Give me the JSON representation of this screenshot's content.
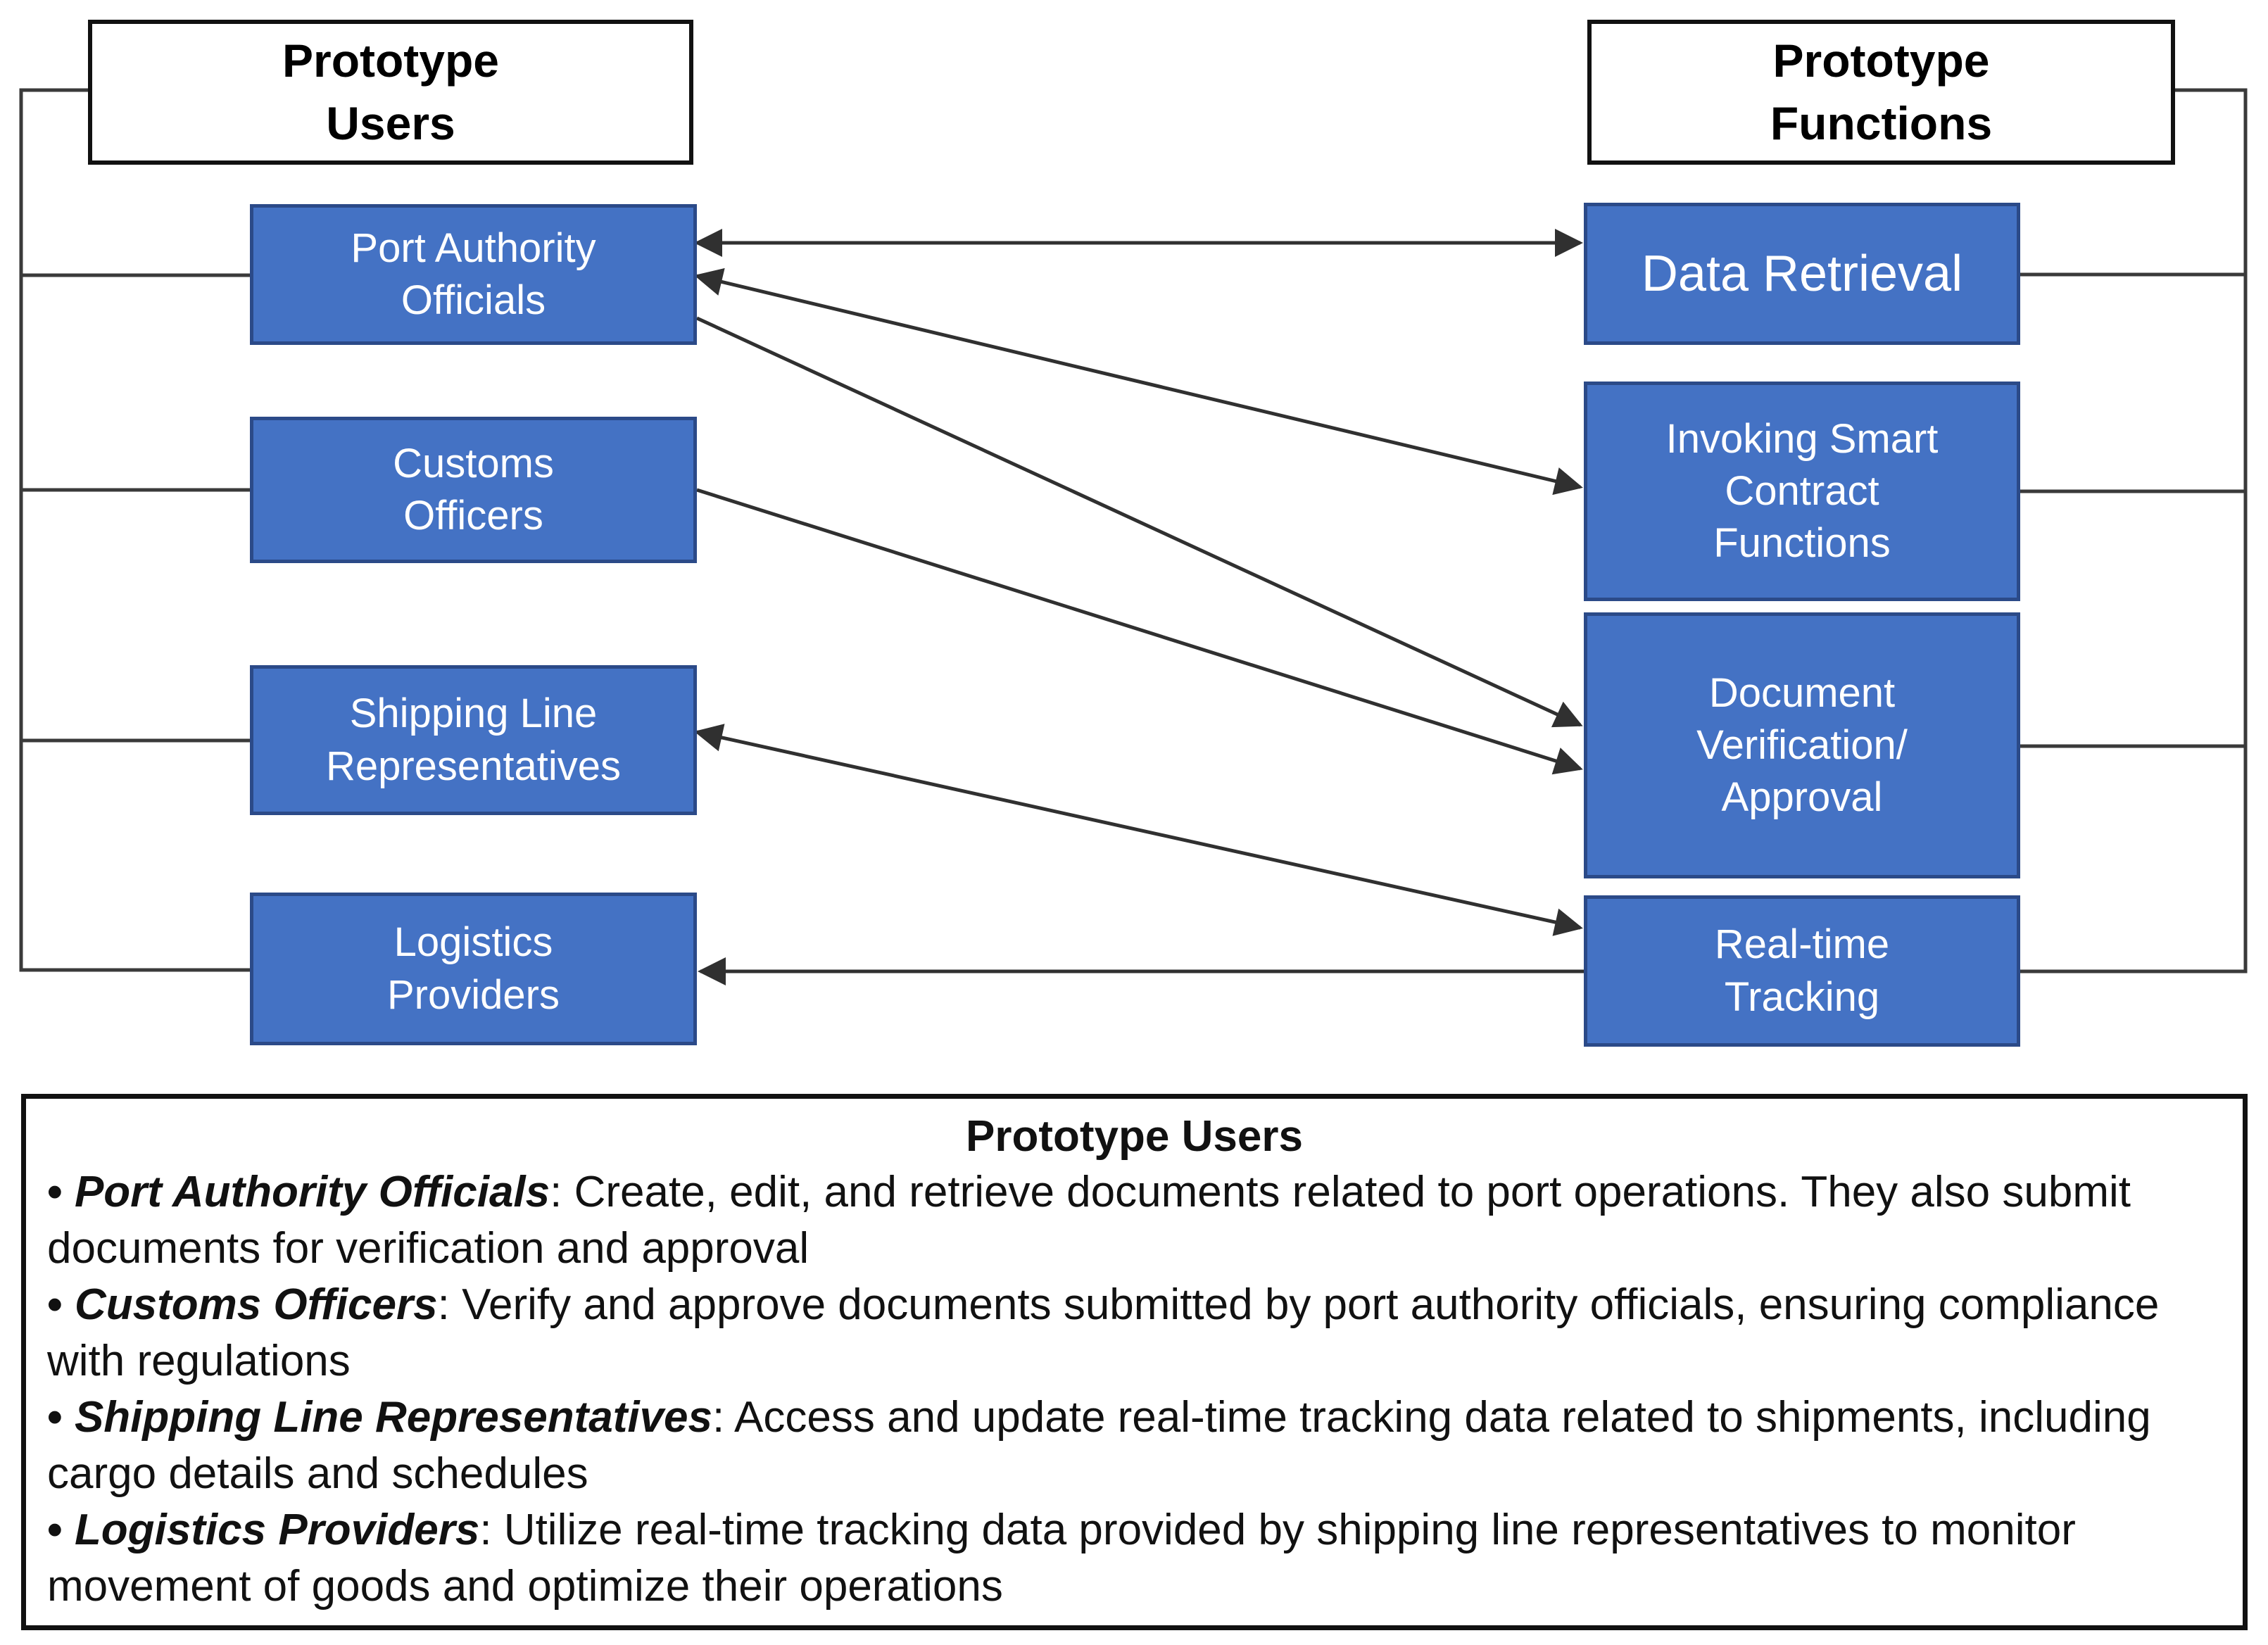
{
  "headers": {
    "users": "Prototype\nUsers",
    "functions": "Prototype\nFunctions"
  },
  "users": [
    {
      "label": "Port Authority\nOfficials"
    },
    {
      "label": "Customs\nOfficers"
    },
    {
      "label": "Shipping Line\nRepresentatives"
    },
    {
      "label": "Logistics\nProviders"
    }
  ],
  "functions": [
    {
      "label": "Data Retrieval"
    },
    {
      "label": "Invoking Smart\nContract\nFunctions"
    },
    {
      "label": "Document\nVerification/\nApproval"
    },
    {
      "label": "Real-time\nTracking"
    }
  ],
  "edges": [
    {
      "from": "Port Authority Officials",
      "to": "Data Retrieval",
      "direction": "both"
    },
    {
      "from": "Port Authority Officials",
      "to": "Invoking Smart Contract Functions",
      "direction": "both"
    },
    {
      "from": "Port Authority Officials",
      "to": "Document Verification/Approval",
      "direction": "to"
    },
    {
      "from": "Customs Officers",
      "to": "Document Verification/Approval",
      "direction": "to"
    },
    {
      "from": "Shipping Line Representatives",
      "to": "Real-time Tracking",
      "direction": "both"
    },
    {
      "from": "Real-time Tracking",
      "to": "Logistics Providers",
      "direction": "to"
    }
  ],
  "legend": {
    "title": "Prototype Users",
    "items": [
      {
        "bullet": "• ",
        "term": "Port Authority Officials",
        "desc": ": Create, edit, and retrieve documents related to port operations. They also submit documents for verification and approval"
      },
      {
        "bullet": "• ",
        "term": "Customs Officers",
        "desc": ": Verify and approve documents submitted by port authority officials, ensuring compliance with regulations"
      },
      {
        "bullet": "• ",
        "term": "Shipping Line Representatives",
        "desc": ": Access and update real-time tracking data related to shipments, including cargo details and schedules"
      },
      {
        "bullet": "• ",
        "term": "Logistics Providers",
        "desc": ": Utilize real-time tracking data provided by shipping line representatives to monitor movement of goods and optimize their operations"
      }
    ]
  },
  "colors": {
    "box_fill": "#4472C4",
    "box_border": "#2B4A88",
    "line": "#303030",
    "box_text": "#FFFFFF",
    "header_text": "#000000",
    "background": "#FFFFFF"
  }
}
